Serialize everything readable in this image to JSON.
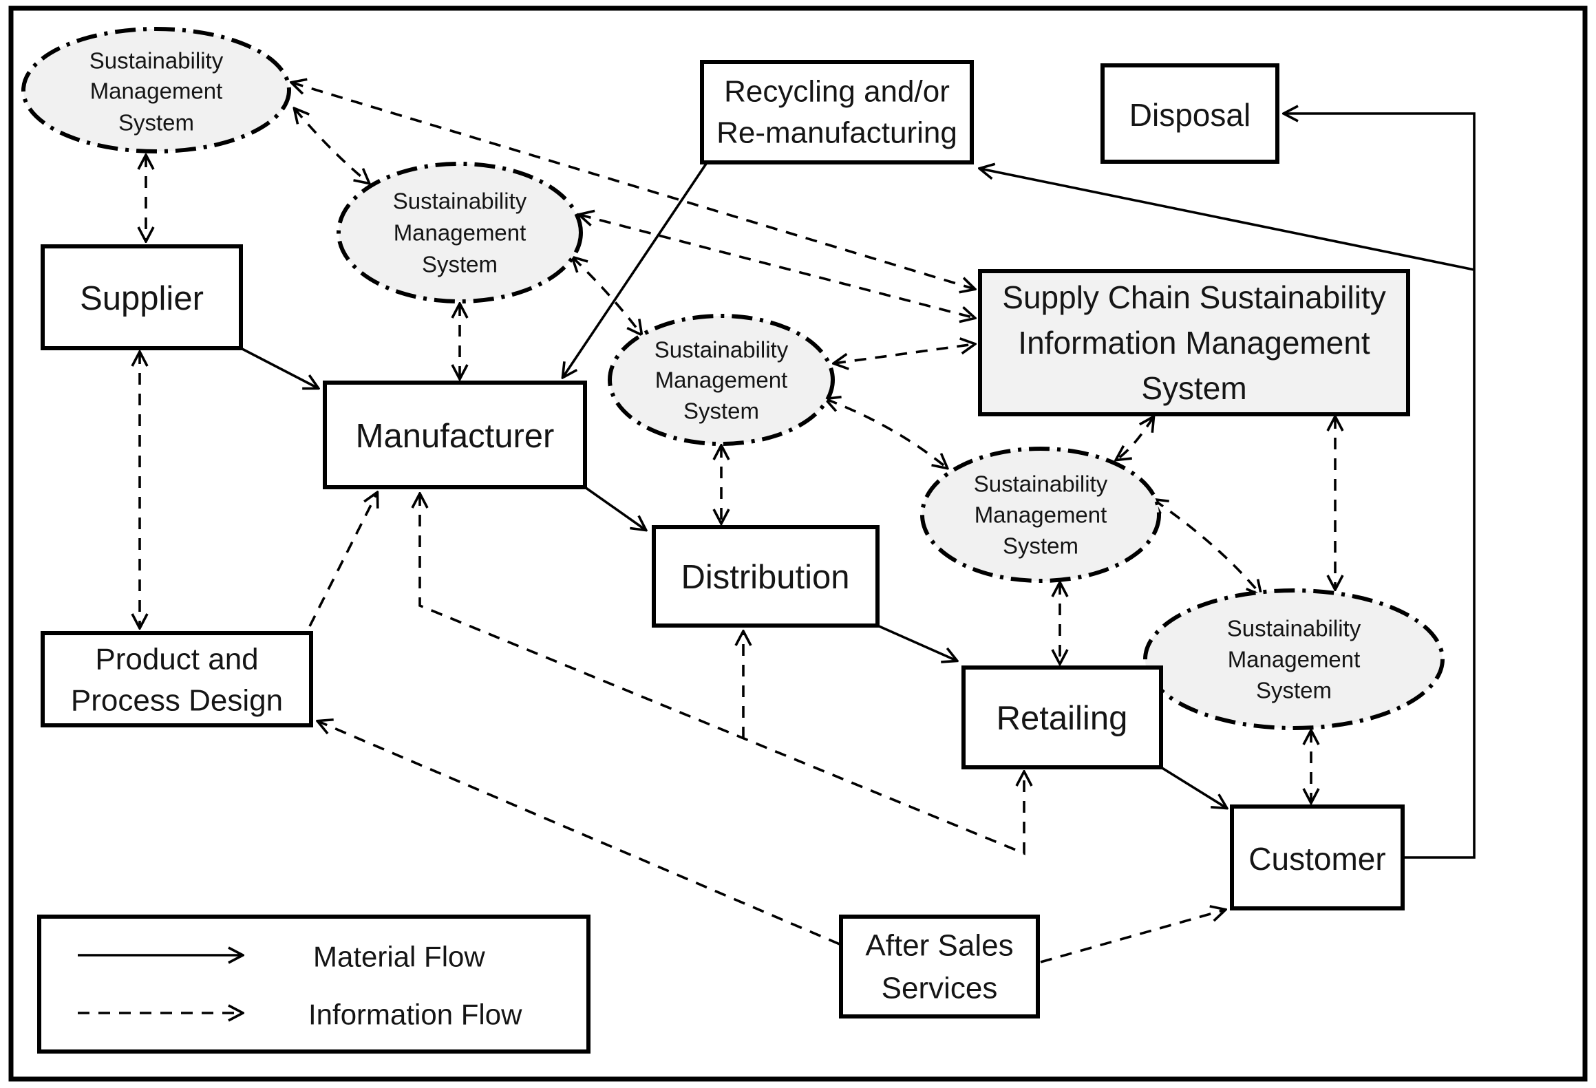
{
  "diagram": {
    "nodes": {
      "supplier": {
        "label": "Supplier"
      },
      "manufacturer": {
        "label": "Manufacturer"
      },
      "distribution": {
        "label": "Distribution"
      },
      "retailing": {
        "label": "Retailing"
      },
      "customer": {
        "label": "Customer"
      },
      "disposal": {
        "label": "Disposal"
      },
      "product_process_design": {
        "lines": [
          "Product and",
          "Process Design"
        ]
      },
      "recycling": {
        "lines": [
          "Recycling and/or",
          "Re-manufacturing"
        ]
      },
      "after_sales": {
        "lines": [
          "After Sales",
          "Services"
        ]
      },
      "scsims": {
        "lines": [
          "Supply Chain Sustainability",
          "Information Management",
          "System"
        ]
      },
      "sms": {
        "lines": [
          "Sustainability",
          "Management",
          "System"
        ]
      }
    },
    "legend": {
      "material_label": "Material Flow",
      "information_label": "Information Flow"
    },
    "colors": {
      "stroke": "#000000",
      "text": "#151515",
      "box_fill": "#ffffff",
      "ellipse_fill": "#f1f1f1",
      "scsims_fill": "#f2f2f2"
    },
    "edges": {
      "material": [
        {
          "from": "Supplier",
          "to": "Manufacturer"
        },
        {
          "from": "Manufacturer",
          "to": "Distribution"
        },
        {
          "from": "Distribution",
          "to": "Retailing"
        },
        {
          "from": "Retailing",
          "to": "Customer"
        },
        {
          "from": "Customer",
          "to": "Disposal"
        },
        {
          "from": "Customer",
          "to": "Recycling and/or Re-manufacturing"
        },
        {
          "from": "Recycling and/or Re-manufacturing",
          "to": "Manufacturer"
        }
      ],
      "information": [
        {
          "from": "Supplier SMS",
          "to": "Supplier",
          "bidirectional": true
        },
        {
          "from": "Supplier",
          "to": "Product and Process Design",
          "bidirectional": true
        },
        {
          "from": "Manufacturer SMS",
          "to": "Manufacturer",
          "bidirectional": true
        },
        {
          "from": "Distribution SMS",
          "to": "Distribution",
          "bidirectional": true
        },
        {
          "from": "Retailing SMS",
          "to": "Retailing",
          "bidirectional": true
        },
        {
          "from": "Customer SMS",
          "to": "Customer",
          "bidirectional": true
        },
        {
          "from": "Supplier SMS",
          "to": "SCSIMS",
          "bidirectional": true
        },
        {
          "from": "Manufacturer SMS",
          "to": "SCSIMS",
          "bidirectional": true
        },
        {
          "from": "Distribution SMS",
          "to": "SCSIMS",
          "bidirectional": true
        },
        {
          "from": "Retailing SMS",
          "to": "SCSIMS",
          "bidirectional": true
        },
        {
          "from": "Customer SMS",
          "to": "SCSIMS",
          "bidirectional": true
        },
        {
          "from": "Supplier SMS",
          "to": "Manufacturer SMS",
          "bidirectional": true
        },
        {
          "from": "Manufacturer SMS",
          "to": "Distribution SMS",
          "bidirectional": true
        },
        {
          "from": "Distribution SMS",
          "to": "Retailing SMS",
          "bidirectional": true
        },
        {
          "from": "Retailing SMS",
          "to": "Customer SMS",
          "bidirectional": true
        },
        {
          "from": "Product and Process Design",
          "to": "Manufacturer",
          "bidirectional": false
        },
        {
          "from": "After Sales Services",
          "to": "Product and Process Design",
          "bidirectional": false
        },
        {
          "from": "After Sales Services",
          "to": "Customer",
          "bidirectional": false
        },
        {
          "from": "Information link",
          "to": "Manufacturer / Distribution / Retailing",
          "bidirectional": false
        }
      ]
    }
  }
}
